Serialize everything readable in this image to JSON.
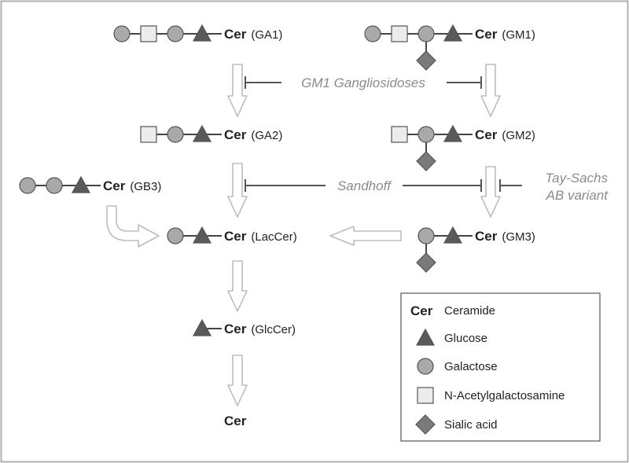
{
  "colors": {
    "glucose": "#5a5a5a",
    "galactose": "#a9a9a9",
    "galnac": "#ececec",
    "sialic": "#7a7a7a",
    "outline": "#555555",
    "link": "#444444",
    "arrow": "#bdbdbd",
    "enzyme_text": "#8c8c8c",
    "frame": "#b0b0b0"
  },
  "cer_label": "Cer",
  "molecules": [
    {
      "code": "(GA1)",
      "chain": [
        "galactose",
        "galnac",
        "galactose",
        "glucose"
      ],
      "branch": ""
    },
    {
      "code": "(GM1)",
      "chain": [
        "galactose",
        "galnac",
        "galactose",
        "glucose"
      ],
      "branch": "sialic"
    },
    {
      "code": "(GA2)",
      "chain": [
        "galnac",
        "galactose",
        "glucose"
      ],
      "branch": ""
    },
    {
      "code": "(GM2)",
      "chain": [
        "galnac",
        "galactose",
        "glucose"
      ],
      "branch": "sialic"
    },
    {
      "code": "(GB3)",
      "chain": [
        "galactose",
        "galactose",
        "glucose"
      ],
      "branch": ""
    },
    {
      "code": "(LacCer)",
      "chain": [
        "galactose",
        "glucose"
      ],
      "branch": ""
    },
    {
      "code": "(GM3)",
      "chain": [
        "galactose",
        "glucose"
      ],
      "branch": "sialic"
    },
    {
      "code": "(GlcCer)",
      "chain": [
        "glucose"
      ],
      "branch": ""
    },
    {
      "code": "",
      "chain": [],
      "branch": ""
    }
  ],
  "enzyme_blocks": {
    "gm1_gangliosidoses": "GM1 Gangliosidoses",
    "sandhoff": "Sandhoff",
    "tay_sachs_line1": "Tay-Sachs",
    "tay_sachs_line2": "AB variant"
  },
  "legend": [
    {
      "symbol": "cer",
      "label": "Ceramide"
    },
    {
      "symbol": "glucose",
      "label": "Glucose"
    },
    {
      "symbol": "galactose",
      "label": "Galactose"
    },
    {
      "symbol": "galnac",
      "label": "N-Acetylgalactosamine"
    },
    {
      "symbol": "sialic",
      "label": "Sialic acid"
    }
  ]
}
